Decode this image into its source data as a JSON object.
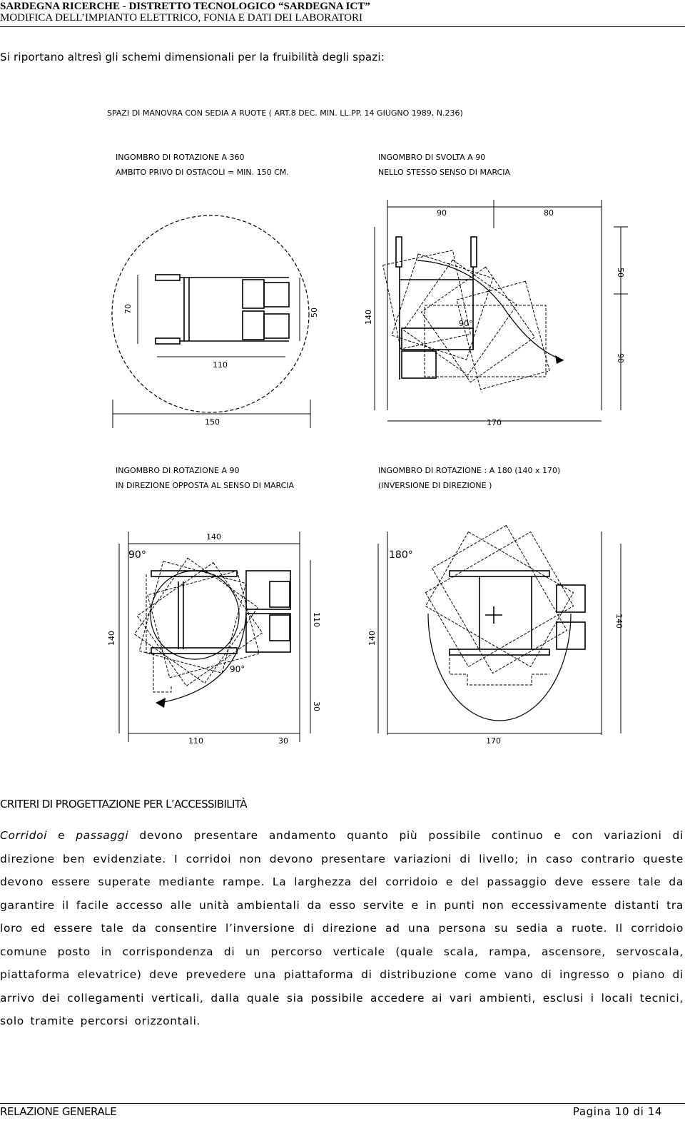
{
  "header": {
    "line1": "SARDEGNA RICERCHE - DISTRETTO TECNOLOGICO “SARDEGNA ICT”",
    "line2": "MODIFICA DELL’IMPIANTO ELETTRICO, FONIA E DATI DEI LABORATORI"
  },
  "intro": "Si riportano altresì gli schemi dimensionali per la fruibilità degli spazi:",
  "figure": {
    "title": "SPAZI DI MANOVRA CON SEDIA A RUOTE  ( ART.8  DEC. MIN. LL.PP. 14 GIUGNO 1989, N.236)",
    "panels": [
      {
        "caption1": "INGOMBRO  DI ROTAZIONE  A 360",
        "caption2": "AMBITO PRIVO DI OSTACOLI =  MIN. 150 CM.",
        "dims": [
          "70",
          "50",
          "110",
          "150"
        ]
      },
      {
        "caption1": "INGOMBRO  DI  SVOLTA  A 90",
        "caption2": "NELLO STESSO SENSO DI MARCIA",
        "dims": [
          "90",
          "80",
          "50",
          "140",
          "90",
          "170"
        ],
        "angle": "90°"
      },
      {
        "caption1": "INGOMBRO  DI ROTAZIONE  A 90",
        "caption2": "IN DIREZIONE OPPOSTA AL SENSO DI MARCIA",
        "dims": [
          "140",
          "140",
          "110",
          "30",
          "110",
          "30"
        ],
        "angles": [
          "90°",
          "90°"
        ]
      },
      {
        "caption1": "INGOMBRO  DI ROTAZIONE :  A  180   (140 x 170)",
        "caption2": "(INVERSIONE DI DIREZIONE )",
        "dims": [
          "140",
          "140",
          "170"
        ],
        "angle": "180°"
      }
    ]
  },
  "section": {
    "title": "CRITERI DI PROGETTAZIONE PER L’ACCESSIBILITÀ",
    "italic1": "Corridoi",
    "mid1": " e ",
    "italic2": "passaggi",
    "text": " devono presentare andamento quanto più possibile continuo e con variazioni di direzione ben evidenziate. I corridoi non devono presentare variazioni di livello; in caso contrario queste devono essere superate mediante rampe. La larghezza del corridoio e del passaggio deve essere tale da garantire il facile accesso alle unità ambientali da esso servite e in punti non eccessivamente distanti tra loro ed essere tale da consentire l’inversione di direzione ad una persona su sedia a ruote. Il corridoio comune posto in corrispondenza di un percorso verticale (quale scala, rampa, ascensore, servoscala, piattaforma elevatrice) deve prevedere una piattaforma di distribuzione come vano di ingresso o piano di arrivo dei collegamenti verticali, dalla quale sia possibile accedere ai vari ambienti, esclusi i locali tecnici, solo tramite percorsi orizzontali."
  },
  "footer": {
    "left": "RELAZIONE GENERALE",
    "right": "Pagina 10 di 14"
  }
}
